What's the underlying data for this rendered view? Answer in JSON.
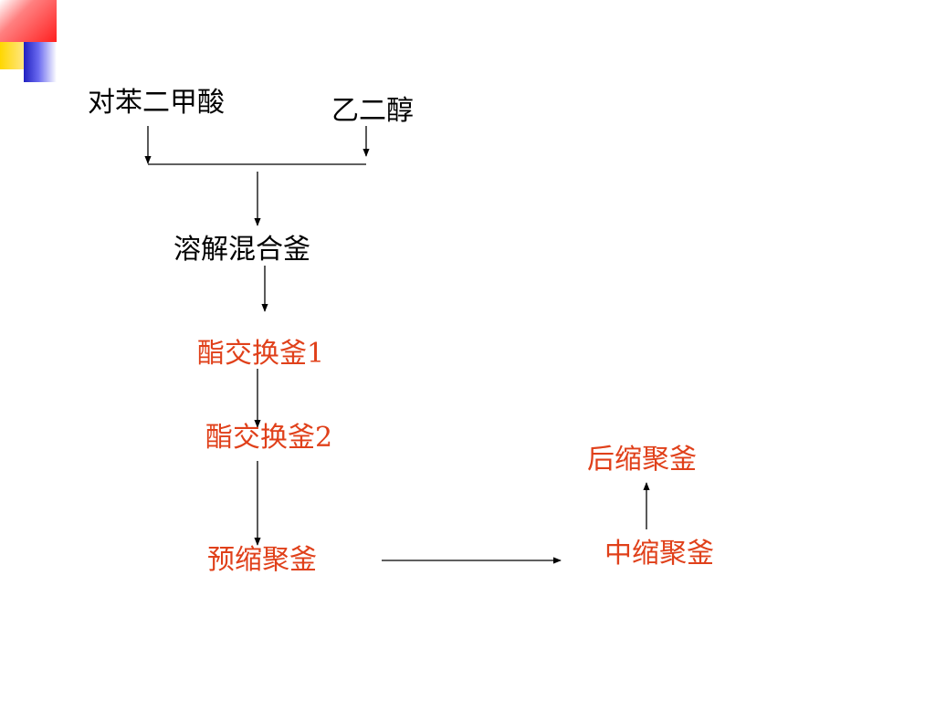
{
  "slide": {
    "nodes": {
      "terephthalic_acid": "对苯二甲酸",
      "ethylene_glycol": "乙二醇",
      "dissolving_mixer": "溶解混合釜",
      "esterification_1": "酯交换釜1",
      "esterification_2": "酯交换釜2",
      "prepolymerizer": "预缩聚釜",
      "intermediate_polymerizer": "中缩聚釜",
      "final_polymerizer": "后缩聚釜"
    },
    "colors": {
      "raw_material_text": "#000000",
      "process_text": "#e0401a",
      "arrow": "#000000"
    }
  }
}
